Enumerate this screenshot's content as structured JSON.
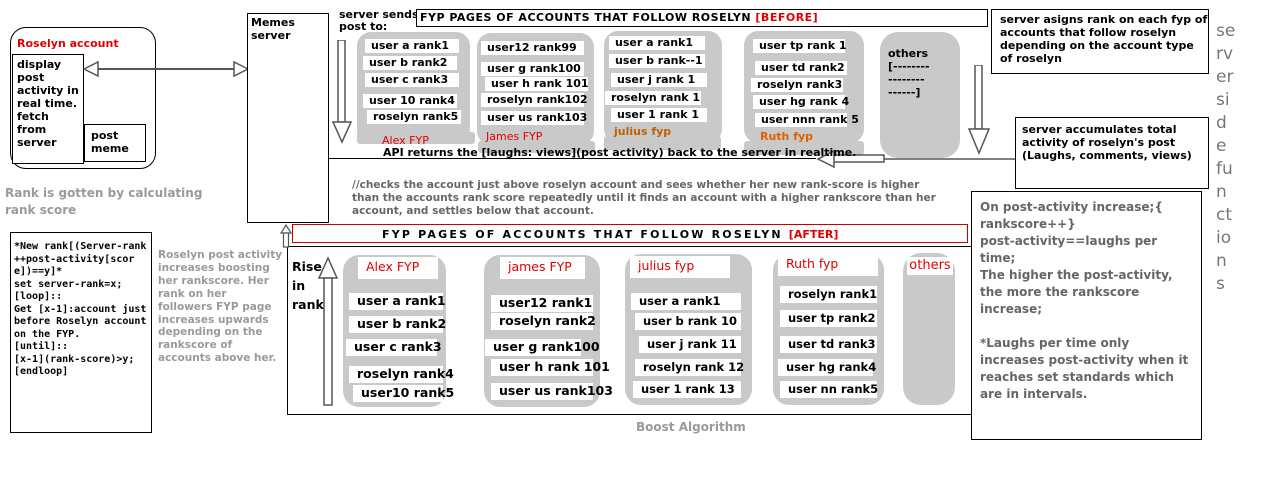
{
  "account": {
    "title": "Roselyn account",
    "display": "display post activity in real time. fetch from server",
    "post": "post meme"
  },
  "rank_note": "Rank is gotten by calculating rank score",
  "pseudo": "*New rank[(Server-rank++post-activity[score])==y]*\nset server-rank=x;\n[loop]::\nGet [x-1]:account just before Roselyn account on the FYP.\n[until]::\n[x-1](rank-score)>y;\n[endloop]",
  "gray_note": "Roselyn post activity increases boosting her rankscore. Her rank on her followers FYP page increases upwards depending on the rankscore of accounts above her.",
  "server": {
    "label": "Memes server",
    "sends": "server sends post to:"
  },
  "before": {
    "title_prefix": "FYP  PAGES  OF  ACCOUNTS  THAT  FOLLOW  ROSELYN ",
    "title_tag": "[BEFORE]"
  },
  "after": {
    "title_prefix": "FYP  PAGES  OF  ACCOUNTS  THAT  FOLLOW  ROSELYN ",
    "title_tag": "[AFTER]"
  },
  "before_cols": [
    {
      "name": "Alex FYP",
      "items": [
        "user a rank1",
        "user b rank2",
        "user c rank3",
        "user 10 rank4",
        "roselyn rank5"
      ]
    },
    {
      "name": "James FYP",
      "items": [
        "user12 rank99",
        "user g rank100",
        "user h rank 101",
        "roselyn rank102",
        "user us rank103"
      ]
    },
    {
      "name": "julius fyp",
      "items": [
        "user a rank1",
        "user b rank--1",
        "user j rank 1",
        "roselyn rank 1",
        "user 1 rank 1"
      ]
    },
    {
      "name": "Ruth fyp",
      "items": [
        "user tp rank 1",
        "user td rank2",
        "roselyn rank3",
        "user hg rank 4",
        "user nnn rank 5"
      ]
    }
  ],
  "others_before": "others\n[--------\n--------\n------]",
  "after_cols": [
    {
      "name": "Alex FYP",
      "items": [
        "user a rank1",
        "user b rank2",
        "user c rank3",
        "roselyn rank4",
        "user10 rank5"
      ]
    },
    {
      "name": "james FYP",
      "items": [
        "user12 rank1",
        "roselyn rank2",
        "user g rank100",
        "user h rank 101",
        "user us rank103"
      ]
    },
    {
      "name": "julius fyp",
      "items": [
        "user a rank1",
        "user b rank 10",
        "user j rank 11",
        "roselyn rank 12",
        "user 1 rank 13"
      ]
    },
    {
      "name": "Ruth fyp",
      "items": [
        "roselyn rank1",
        "user tp rank2",
        "user td rank3",
        "user hg rank4",
        "user nn rank5"
      ]
    }
  ],
  "others_after": "others",
  "api_note": "API  returns the [laughs: views](post activity) back to the server in realtime.",
  "checks_note": "//checks the account just above roselyn account and sees whether her new rank-score is higher than the accounts rank score repeatedly until it finds an account with a higher rankscore than her account, and settles below that account.",
  "assign_note": "server asigns rank on each fyp of accounts that follow roselyn depending on the account type of roselyn",
  "accum_note": "server accumulates total activity of roselyn's post (Laughs, comments, views)",
  "right_note": "On post-activity increase;{\nrankscore++}\npost-activity==laughs per time;\nThe higher the post-activity, the more the rankscore increase;\n\n*Laughs per time only increases post-activity when it reaches set standards which are in intervals.",
  "rise": "Rise in rank",
  "boost": "Boost Algorithm",
  "vertical": [
    "se",
    "rv",
    "er",
    "si",
    "d",
    "e",
    "fu",
    "n",
    "ct",
    "io",
    "n",
    "s"
  ]
}
